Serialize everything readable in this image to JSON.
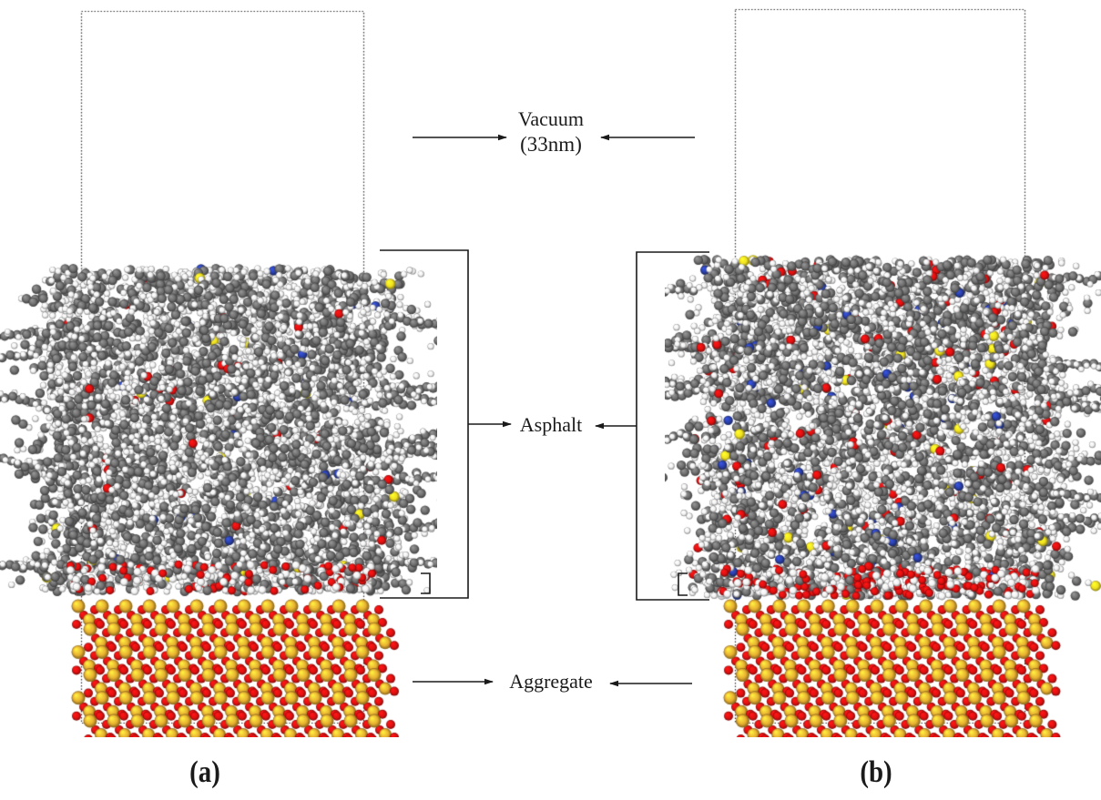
{
  "figure": {
    "labels": {
      "vacuum": "Vacuum",
      "vacuum_thickness": "(33nm)",
      "asphalt": "Asphalt",
      "aggregate": "Aggregate"
    },
    "panels": [
      {
        "id": "a",
        "caption": "(a)"
      },
      {
        "id": "b",
        "caption": "(b)"
      }
    ],
    "colors": {
      "carbon": "#6e6e6e",
      "hydrogen": "#f2f2f2",
      "oxygen": "#e01010",
      "nitrogen": "#2a3fa8",
      "sulfur": "#f0e020",
      "silicon": "#e8b030",
      "box_line": "#333333",
      "annotation_line": "#1a1a1a"
    }
  }
}
